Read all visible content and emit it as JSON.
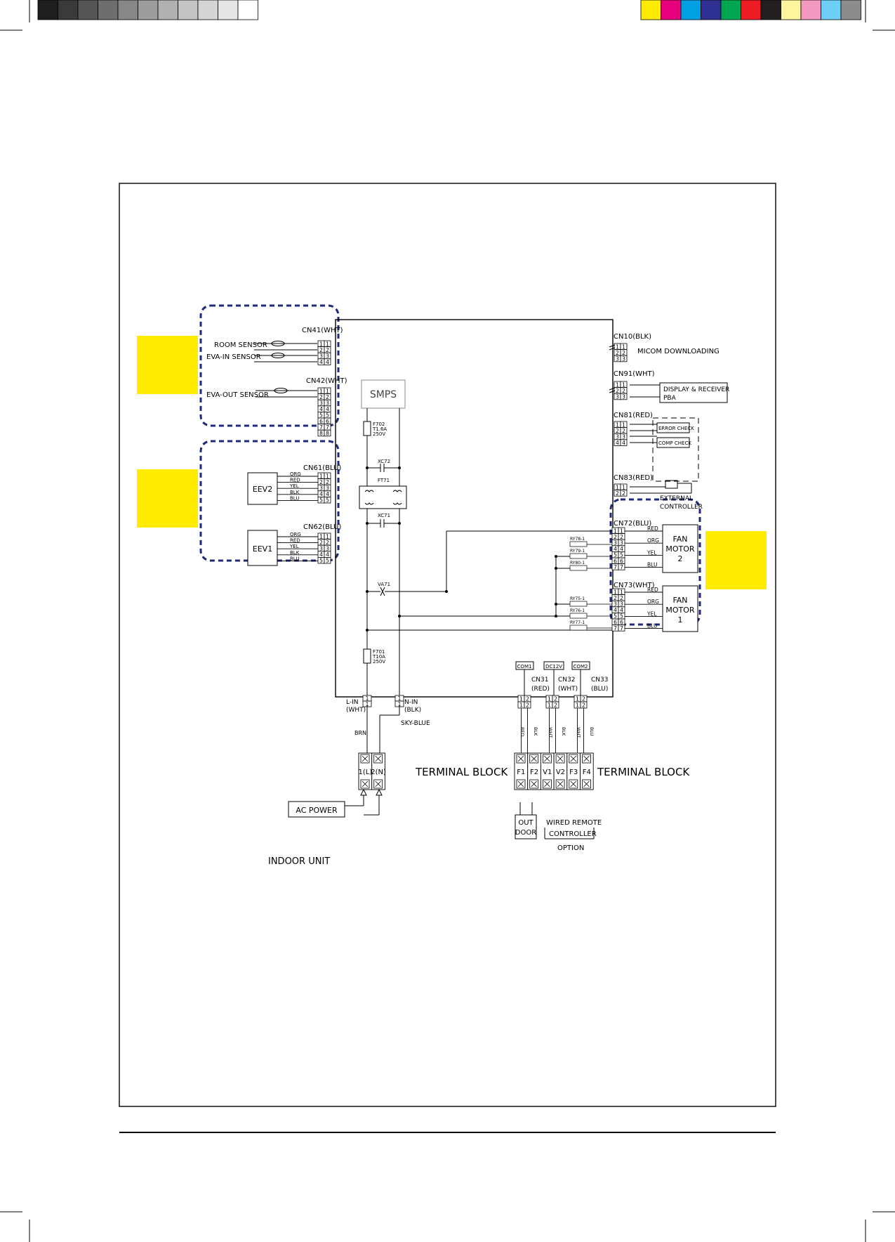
{
  "swatches": {
    "gray": [
      "#1e1e1e",
      "#3a3a3a",
      "#555555",
      "#6e6e6e",
      "#878787",
      "#9d9d9d",
      "#b1b1b1",
      "#c3c3c3",
      "#d4d4d4",
      "#e6e6e6",
      "#ffffff"
    ],
    "color": [
      "#ffec00",
      "#e6007e",
      "#00a0e3",
      "#2e3192",
      "#00a651",
      "#ed1c24",
      "#231f20",
      "#fff59d",
      "#f49ac1",
      "#6dcff6",
      "#8c8c8c"
    ]
  },
  "colors": {
    "highlight": "#ffec00",
    "dashed_group": "#1f2a7a",
    "line": "#1a1a1a"
  },
  "labels": {
    "cn41": "CN41(WHT)",
    "room_sensor": "ROOM SENSOR",
    "eva_in_sensor": "EVA-IN SENSOR",
    "cn42": "CN42(WHT)",
    "eva_out_sensor": "EVA-OUT SENSOR",
    "cn61": "CN61(BLU)",
    "cn62": "CN62(BLU)",
    "eev2": "EEV2",
    "eev1": "EEV1",
    "eev_wires": [
      "ORG",
      "RED",
      "YEL",
      "BLK",
      "BLU"
    ],
    "smps": "SMPS",
    "f702": [
      "F702",
      "T1.6A",
      "250V"
    ],
    "xc72": "XC72",
    "ft71": "FT71",
    "xc71": "XC71",
    "va71": "VA71",
    "f701": [
      "F701",
      "T10A",
      "250V"
    ],
    "cn10": "CN10(BLK)",
    "micom": "MICOM DOWNLOADING",
    "cn91": "CN91(WHT)",
    "display": [
      "DISPLAY & RECEIVER",
      "PBA"
    ],
    "cn81": "CN81(RED)",
    "error_check": "ERROR CHECK",
    "comp_check": "COMP CHECK",
    "cn83": "CN83(RED)",
    "external": [
      "EXTERNAL",
      "CONTROLLER"
    ],
    "cn72": "CN72(BLU)",
    "cn73": "CN73(WHT)",
    "fan2": [
      "FAN",
      "MOTOR",
      "2"
    ],
    "fan1": [
      "FAN",
      "MOTOR",
      "1"
    ],
    "fan_wires": [
      "RED",
      "ORG",
      "YEL",
      "BLU"
    ],
    "relays_top": [
      "RY78-1",
      "RY79-1",
      "RY80-1"
    ],
    "relays_bot": [
      "RY75-1",
      "RY76-1",
      "RY77-1"
    ],
    "com1": "COM1",
    "dc12v": "DC12V",
    "com2": "COM2",
    "cn31": [
      "CN31",
      "(RED)"
    ],
    "cn32": [
      "CN32",
      "(WHT)"
    ],
    "cn33": [
      "CN33",
      "(BLU)"
    ],
    "l_in": [
      "L-IN",
      "(WHT)"
    ],
    "n_in": [
      "N-IN",
      "(BLK)"
    ],
    "brn": "BRN",
    "sky_blue": "SKY-BLUE",
    "tb_left_terms": [
      "1(L)",
      "2(N)"
    ],
    "terminal_block": "TERMINAL BLOCK",
    "tb_right_terms": [
      "F1",
      "F2",
      "V1",
      "V2",
      "F3",
      "F4"
    ],
    "ac_power": "AC POWER",
    "outdoor": [
      "OUT",
      "DOOR"
    ],
    "wired_remote": [
      "WIRED REMOTE",
      "CONTROLLER"
    ],
    "option": "OPTION",
    "indoor_unit": "INDOOR UNIT",
    "conn_wire_labels": [
      "RED",
      "BLK",
      "WHT",
      "BLK",
      "WHT",
      "BLU"
    ]
  }
}
